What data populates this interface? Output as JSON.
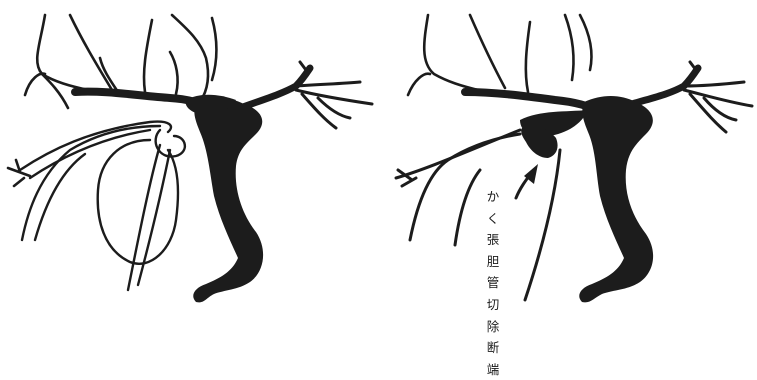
{
  "caption": {
    "lines": [
      "かく",
      "張",
      "胆",
      "管",
      "切",
      "除",
      "断",
      "端"
    ]
  },
  "colors": {
    "ink": "#1c1c1c",
    "background": "#ffffff"
  }
}
